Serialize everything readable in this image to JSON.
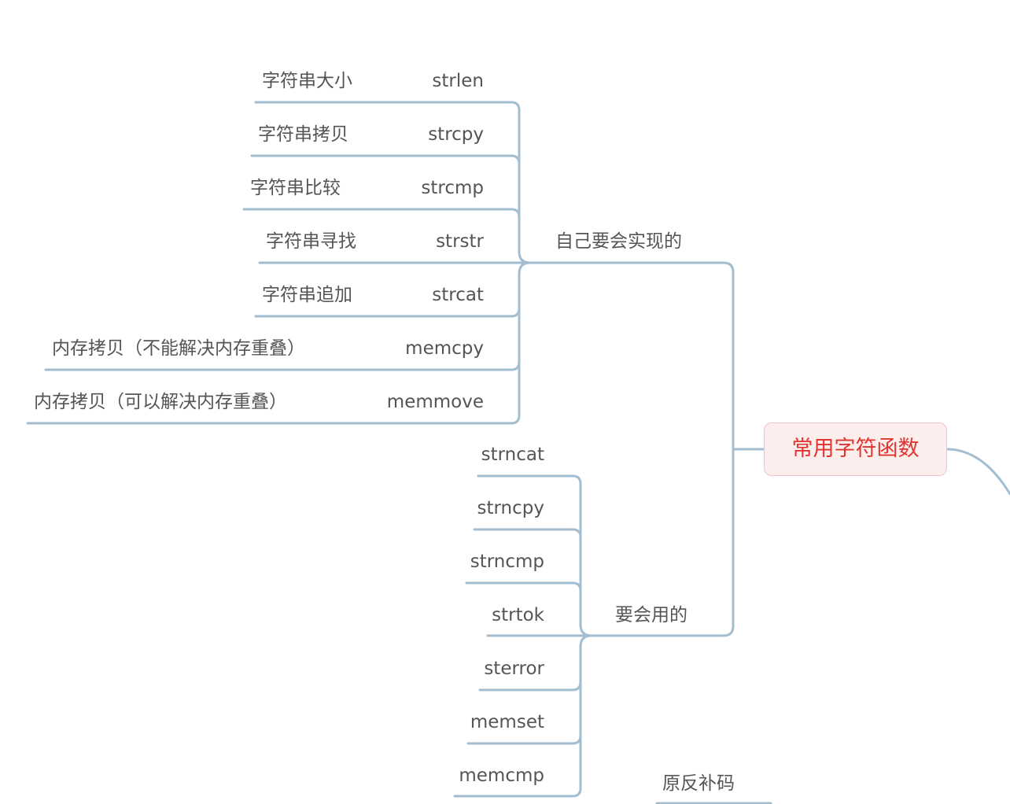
{
  "root": {
    "label": "常用字符函数"
  },
  "branches": {
    "implement": {
      "label": "自己要会实现的",
      "items": [
        {
          "name": "字符串大小",
          "func": "strlen"
        },
        {
          "name": "字符串拷贝",
          "func": "strcpy"
        },
        {
          "name": "字符串比较",
          "func": "strcmp"
        },
        {
          "name": "字符串寻找",
          "func": "strstr"
        },
        {
          "name": "字符串追加",
          "func": "strcat"
        },
        {
          "name": "内存拷贝（不能解决内存重叠）",
          "func": "memcpy"
        },
        {
          "name": "内存拷贝（可以解决内存重叠）",
          "func": "memmove"
        }
      ]
    },
    "use": {
      "label": "要会用的",
      "items": [
        "strncat",
        "strncpy",
        "strncmp",
        "strtok",
        "sterror",
        "memset",
        "memcmp"
      ]
    }
  },
  "other": {
    "label": "原反补码"
  },
  "colors": {
    "line": "#a3bdd1",
    "root_text": "#e0352f",
    "root_fill": "#fdeeee",
    "text": "#555555"
  }
}
